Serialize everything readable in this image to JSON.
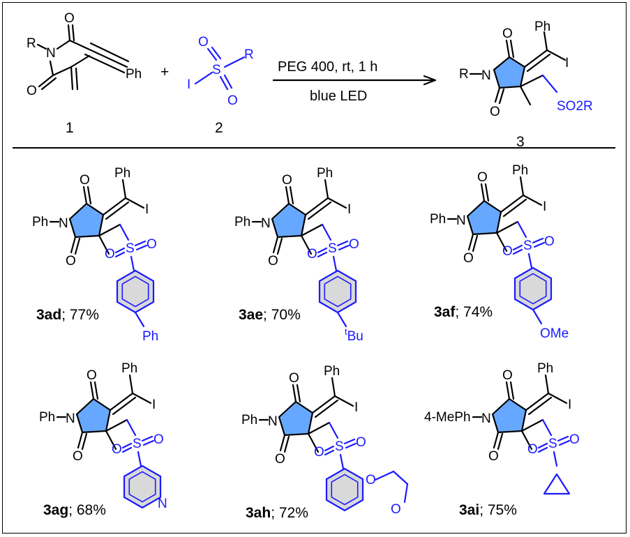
{
  "scheme": {
    "reactant1": {
      "id": "1",
      "R": "R",
      "N": "N",
      "O_a": "O",
      "O_b": "O",
      "Ph": "Ph"
    },
    "plus": "+",
    "reactant2": {
      "id": "2",
      "I": "I",
      "S": "S",
      "O_a": "O",
      "O_b": "O",
      "R": "R"
    },
    "conditions_top": "PEG 400, rt, 1 h",
    "conditions_bottom": "blue LED",
    "product": {
      "id": "3",
      "R": "R",
      "N": "N",
      "O_a": "O",
      "O_b": "O",
      "Ph": "Ph",
      "I": "I",
      "SO2R": "SO2R"
    }
  },
  "products": [
    {
      "code": "3ad",
      "yield": "; 77%",
      "N_sub": "Ph",
      "substituent": "Ph",
      "sulfonyl": "4-biphenyl"
    },
    {
      "code": "3ae",
      "yield": "; 70%",
      "N_sub": "Ph",
      "substituent_sup": "t",
      "substituent": "Bu",
      "sulfonyl": "4-tBu-phenyl"
    },
    {
      "code": "3af",
      "yield": "; 74%",
      "N_sub": "Ph",
      "substituent": "OMe",
      "sulfonyl": "4-MeO-phenyl"
    },
    {
      "code": "3ag",
      "yield": "; 68%",
      "N_sub": "Ph",
      "substituent": "N",
      "sulfonyl": "3-pyridyl"
    },
    {
      "code": "3ah",
      "yield": "; 72%",
      "N_sub": "Ph",
      "substituent": "O",
      "sulfonyl": "benzodioxanyl"
    },
    {
      "code": "3ai",
      "yield": "; 75%",
      "N_sub": "4-MePh",
      "substituent": "",
      "sulfonyl": "cyclopropyl"
    }
  ],
  "atoms": {
    "Ph": "Ph",
    "I": "I",
    "O": "O",
    "N": "N",
    "S": "S"
  },
  "colors": {
    "blue_text": "#1a1aff",
    "ring_fill": "#66a8ff",
    "aromatic_fill": "#d9d9d9"
  }
}
